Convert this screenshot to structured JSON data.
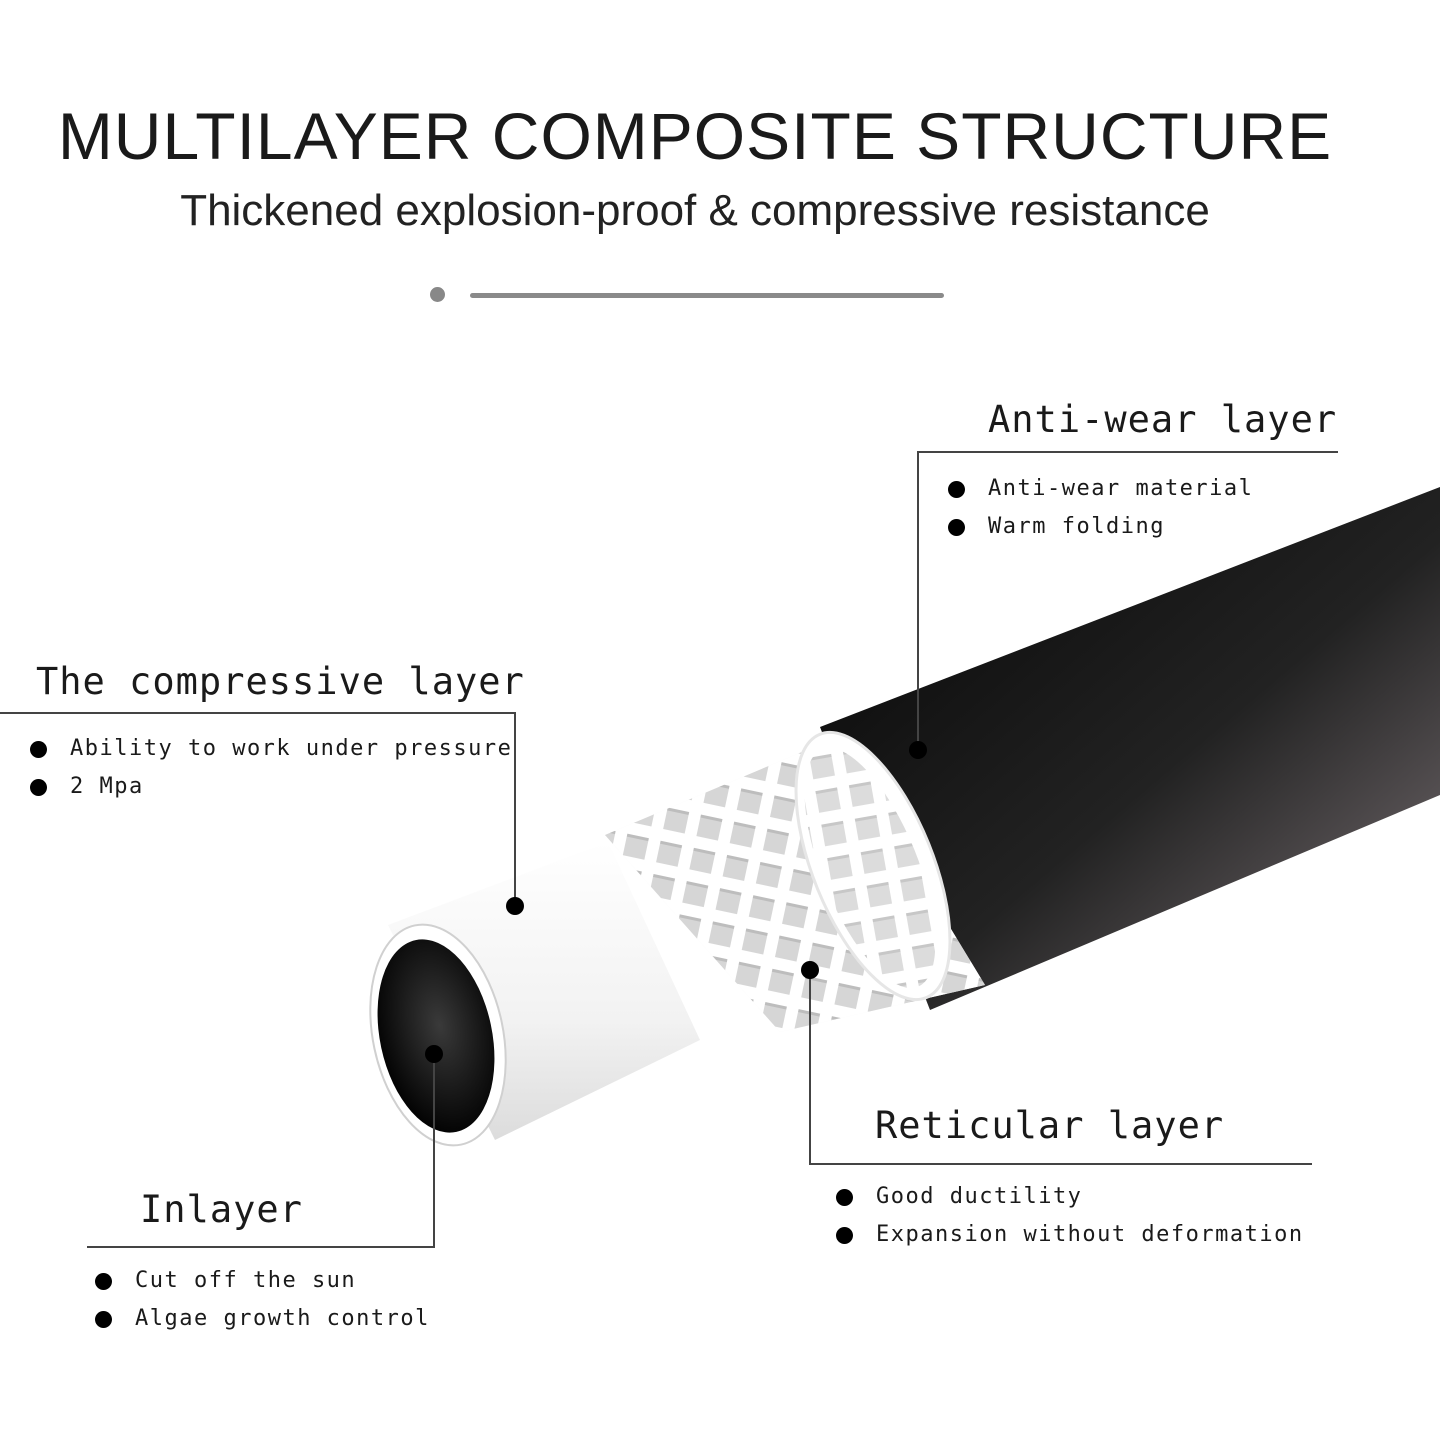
{
  "header": {
    "title": "MULTILAYER COMPOSITE STRUCTURE",
    "subtitle": "Thickened explosion-proof & compressive resistance"
  },
  "layers": {
    "anti_wear": {
      "heading": "Anti-wear layer",
      "points": [
        "Anti-wear material",
        "Warm folding"
      ]
    },
    "compressive": {
      "heading": "The compressive layer",
      "points": [
        "Ability to work under pressure",
        "2 Mpa"
      ]
    },
    "inlayer": {
      "heading": "Inlayer",
      "points": [
        "Cut off the sun",
        "Algae growth control"
      ]
    },
    "reticular": {
      "heading": "Reticular layer",
      "points": [
        "Good ductility",
        "Expansion without deformation"
      ]
    }
  },
  "colors": {
    "outer_layer": "#111111",
    "inner_tube": "#ffffff",
    "mesh": "#d9d9d9",
    "leader_line": "#444444"
  }
}
